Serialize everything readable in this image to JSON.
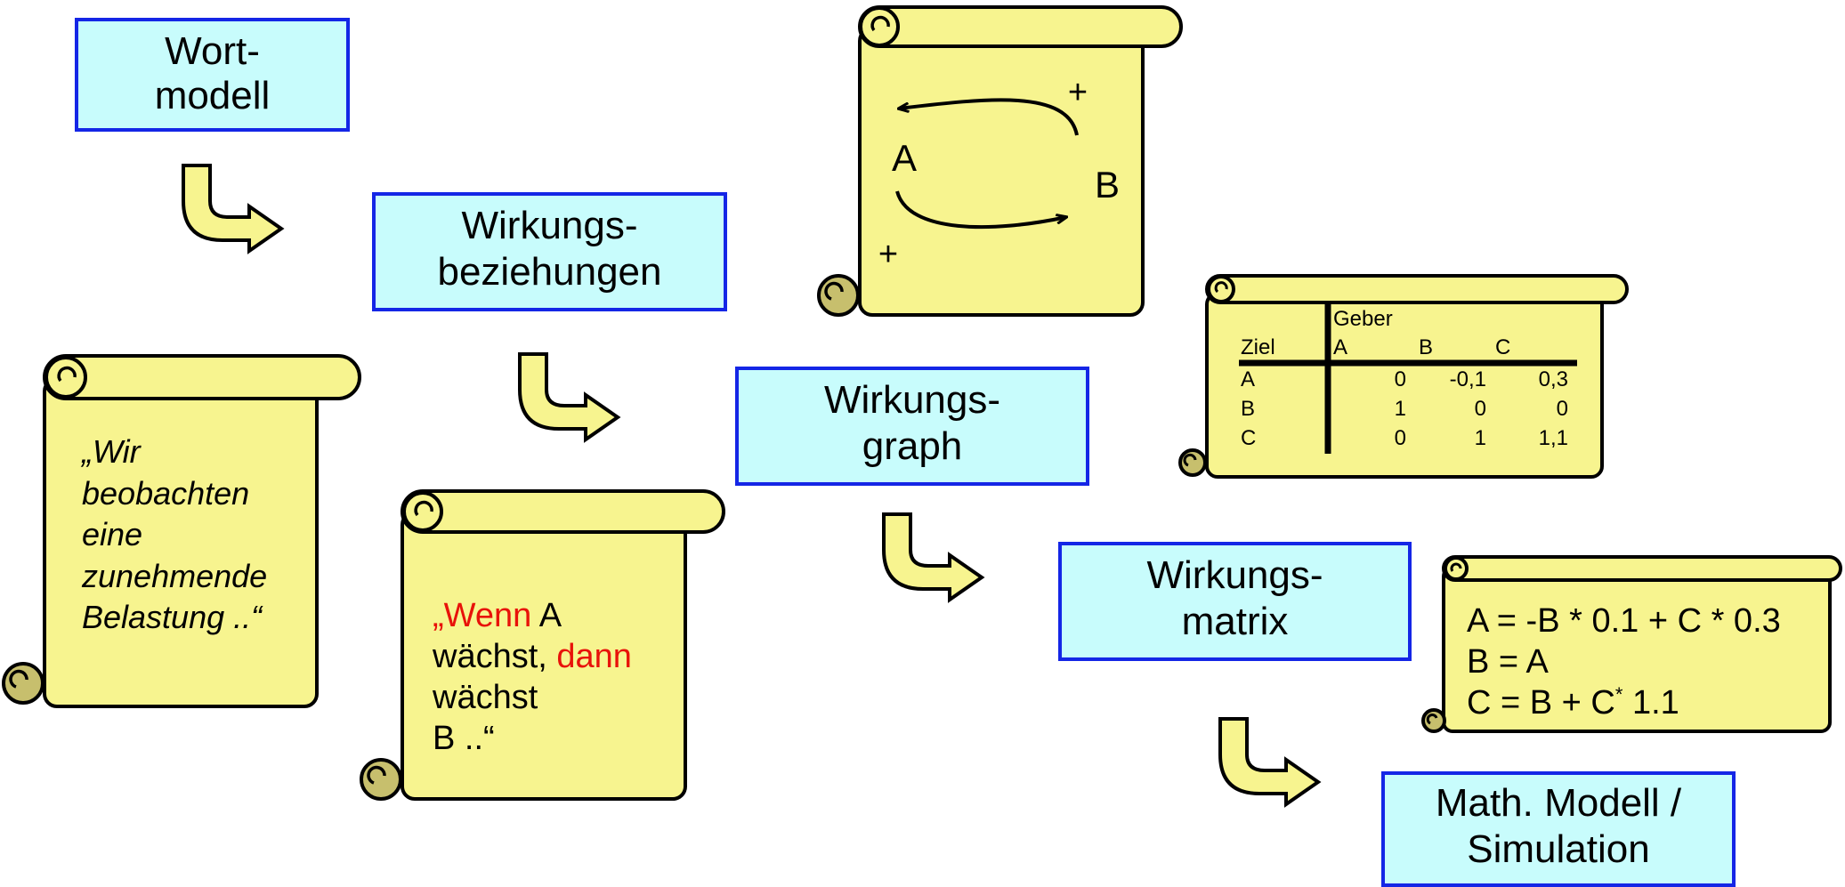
{
  "colors": {
    "box_fill": "#c8fcfc",
    "box_stroke": "#1426e6",
    "scroll_fill": "#f7f48f",
    "scroll_curl": "#c7bf6d",
    "arrow_fill": "#f7f48f",
    "text": "#000000",
    "highlight": "#e8120a"
  },
  "boxes": {
    "wortmodell": {
      "line1": "Wort-",
      "line2": "modell"
    },
    "wirkungsbeziehungen": {
      "line1": "Wirkungs-",
      "line2": "beziehungen"
    },
    "wirkungsgraph": {
      "line1": "Wirkungs-",
      "line2": "graph"
    },
    "wirkungsmatrix": {
      "line1": "Wirkungs-",
      "line2": "matrix"
    },
    "math_modell": {
      "line1": "Math. Modell /",
      "line2": "Simulation"
    }
  },
  "quote_scroll": {
    "lines": [
      "„Wir",
      "beobachten",
      "eine",
      "zunehmende",
      "Belastung ..“"
    ]
  },
  "rule_scroll": {
    "open_quote": "„",
    "wenn": "Wenn",
    "a": " A",
    "line2_a": "wächst, ",
    "dann": "dann",
    "line3": "wächst",
    "line4": "B ..“"
  },
  "graph_scroll": {
    "node_a": "A",
    "node_b": "B",
    "sign_top": "+",
    "sign_bottom": "+"
  },
  "matrix_scroll": {
    "geber_label": "Geber",
    "ziel_label": "Ziel",
    "column_headers": [
      "A",
      "B",
      "C"
    ],
    "rows": [
      {
        "label": "A",
        "values": [
          "0",
          "-0,1",
          "0,3"
        ]
      },
      {
        "label": "B",
        "values": [
          "1",
          "0",
          "0"
        ]
      },
      {
        "label": "C",
        "values": [
          "0",
          "1",
          "1,1"
        ]
      }
    ]
  },
  "equations_scroll": {
    "eq1": "A = -B * 0.1 + C * 0.3",
    "eq2": "B = A",
    "eq3": "C = B + C",
    "eq3_star": "*",
    "eq3_tail": " 1.1"
  }
}
